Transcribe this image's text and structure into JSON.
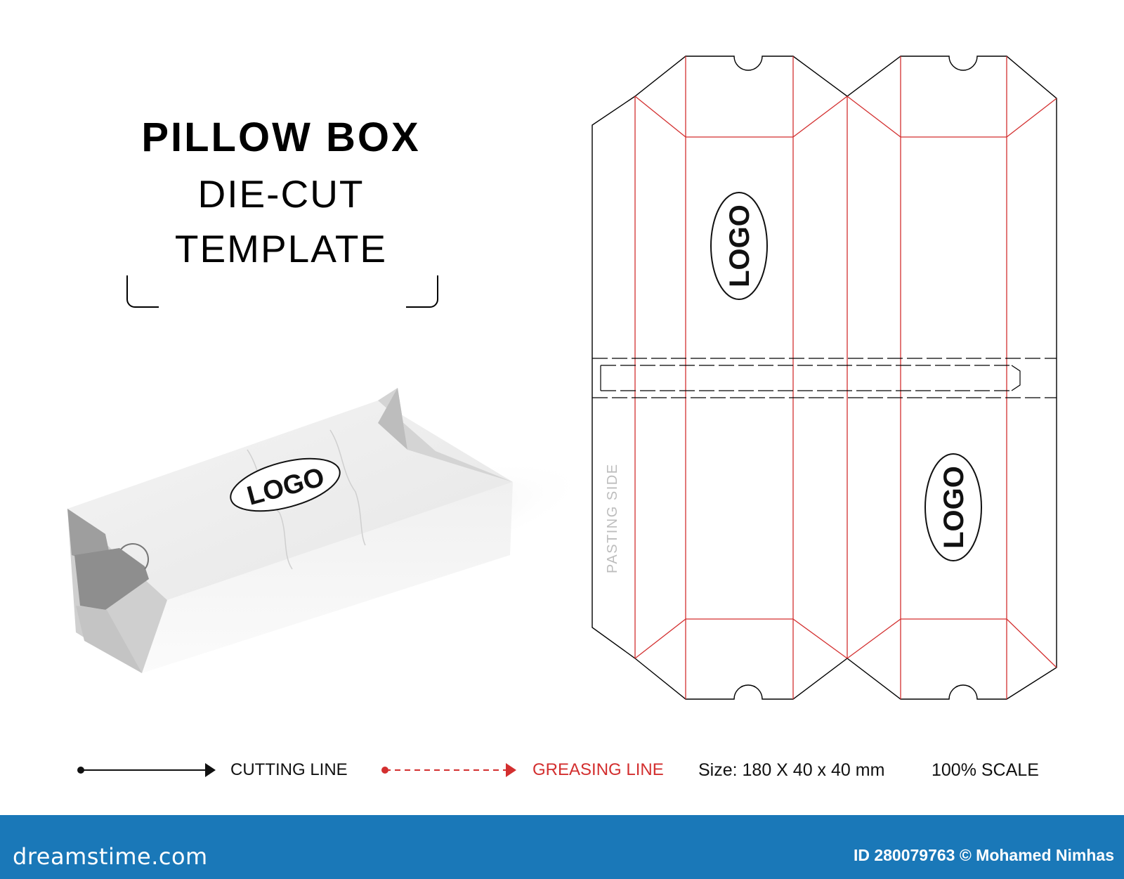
{
  "title": {
    "line1": "PILLOW BOX",
    "line2": "DIE-CUT",
    "line3": "TEMPLATE"
  },
  "template": {
    "logo_text": "LOGO",
    "pasting_side": "PASTING SIDE"
  },
  "legend": {
    "cutting_line": "CUTTING LINE",
    "greasing_line": "GREASING LINE",
    "size": "Size: 180 X 40 x 40 mm",
    "scale": "100% SCALE"
  },
  "colors": {
    "cut": "#000000",
    "crease": "#d32f2f",
    "footer": "#1a78b8"
  },
  "footer": {
    "brand": "dreamstime.com",
    "credit": "ID 280079763 © Mohamed Nimhas"
  }
}
